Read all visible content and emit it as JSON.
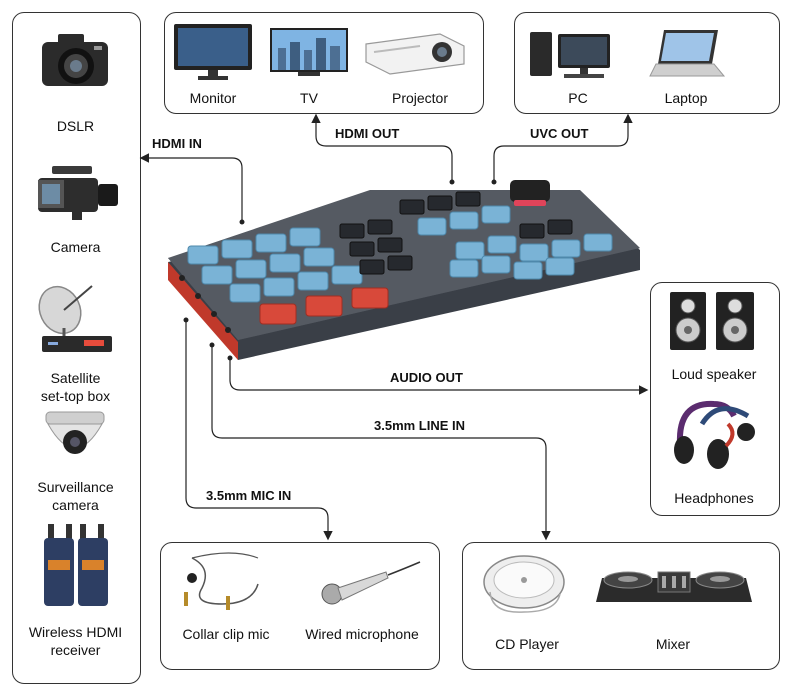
{
  "sources": {
    "dslr": "DSLR",
    "camera": "Camera",
    "satellite_line1": "Satellite",
    "satellite_line2": "set-top box",
    "surveillance_line1": "Surveillance",
    "surveillance_line2": "camera",
    "wireless_line1": "Wireless HDMI",
    "wireless_line2": "receiver"
  },
  "displays": {
    "monitor": "Monitor",
    "tv": "TV",
    "projector": "Projector"
  },
  "computers": {
    "pc": "PC",
    "laptop": "Laptop"
  },
  "audio_out_devices": {
    "speaker": "Loud speaker",
    "headphones": "Headphones"
  },
  "mics": {
    "collar": "Collar clip mic",
    "wired": "Wired microphone"
  },
  "line_in_devices": {
    "cd": "CD Player",
    "mixer": "Mixer"
  },
  "connections": {
    "hdmi_in": "HDMI IN",
    "hdmi_out": "HDMI OUT",
    "uvc_out": "UVC OUT",
    "audio_out": "AUDIO OUT",
    "line_in": "3.5mm LINE IN",
    "mic_in": "3.5mm MIC IN"
  }
}
